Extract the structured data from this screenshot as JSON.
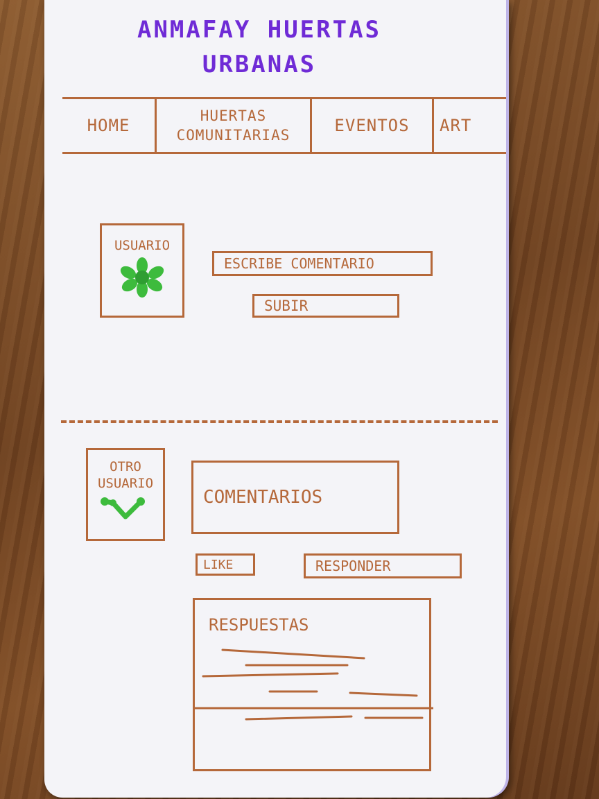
{
  "header": {
    "title": "Anmafay Huertas Urbanas"
  },
  "nav": {
    "items": [
      {
        "label": "Home"
      },
      {
        "label": "Huertas Comunitarias"
      },
      {
        "label": "Eventos"
      },
      {
        "label": "Art"
      }
    ]
  },
  "compose": {
    "user_label": "Usuario",
    "comment_placeholder": "Escribe comentario",
    "upload_label": "Subir"
  },
  "post": {
    "user_label": "Otro Usuario",
    "comment_text": "Comentarios",
    "like_label": "Like",
    "reply_label": "Responder",
    "replies_title": "Respuestas"
  },
  "colors": {
    "ink": "#b5683a",
    "title": "#6f2bd6",
    "avatar": "#3dbb3d",
    "background": "#7a4a24",
    "paper": "#f4f4f8"
  }
}
